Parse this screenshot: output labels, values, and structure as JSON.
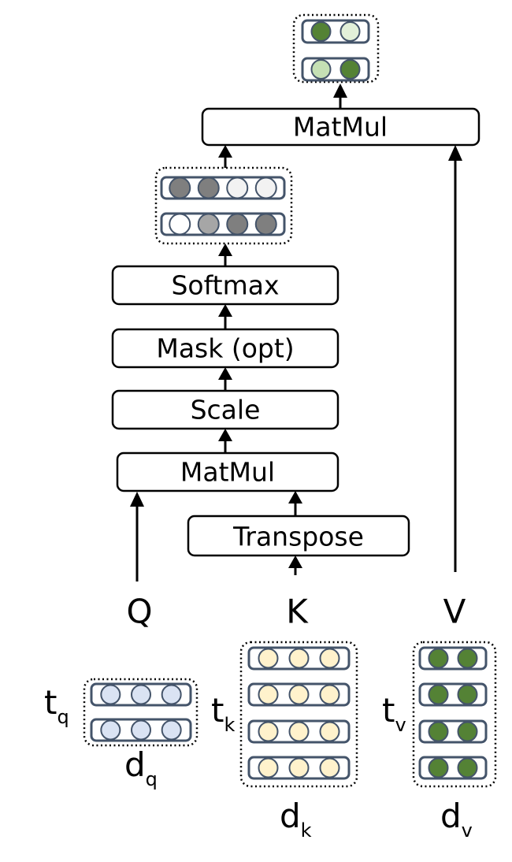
{
  "ops": {
    "matmul_top": "MatMul",
    "softmax": "Softmax",
    "mask": "Mask (opt)",
    "scale": "Scale",
    "matmul_bottom": "MatMul",
    "transpose": "Transpose"
  },
  "vars": {
    "q": "Q",
    "k": "K",
    "v": "V"
  },
  "dims": {
    "tq_main": "t",
    "tq_sub": "q",
    "dq_main": "d",
    "dq_sub": "q",
    "tk_main": "t",
    "tk_sub": "k",
    "dk_main": "d",
    "dk_sub": "k",
    "tv_main": "t",
    "tv_sub": "v",
    "dv_main": "d",
    "dv_sub": "v"
  },
  "colors": {
    "q_dot": "#dae3f3",
    "k_dot": "#fff2cc",
    "v_dot": "#548235",
    "v_light": "#c5e0b4",
    "v_pale": "#e2f0d9",
    "row_outline": "#44546a",
    "attn_dark": "#7f7f7f",
    "attn_mid": "#a6a6a6",
    "attn_light": "#d9d9d9",
    "attn_pale": "#f2f2f2",
    "attn_white": "#ffffff"
  }
}
